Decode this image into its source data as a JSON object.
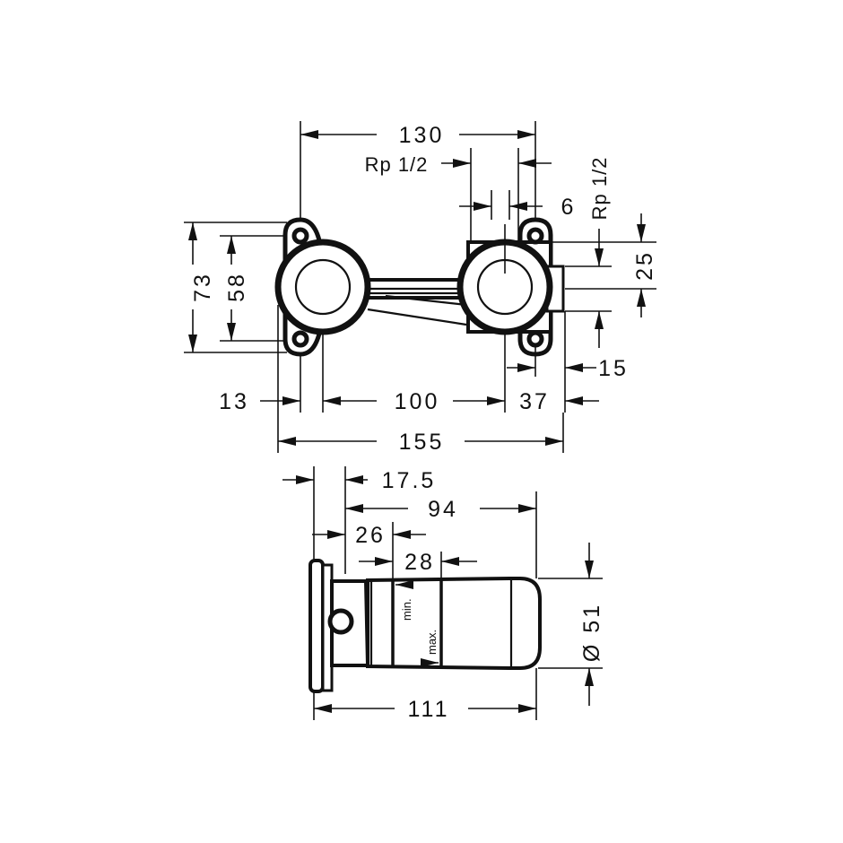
{
  "drawing": {
    "top_view": {
      "dim_width_total": "130",
      "dim_inlet_left": "Rp 1/2",
      "dim_gap": "6",
      "dim_inlet_right": "Rp 1/2",
      "dim_height_outer": "73",
      "dim_height_inner": "58",
      "dim_offset_vertical": "25",
      "dim_offset_15": "15",
      "dim_left_13": "13",
      "dim_center_100": "100",
      "dim_right_37": "37",
      "dim_overall_155": "155"
    },
    "side_view": {
      "dim_17_5": "17.5",
      "dim_94": "94",
      "dim_26": "26",
      "dim_28": "28",
      "dim_diameter": "Ø 51",
      "dim_111": "111",
      "label_min": "min.",
      "label_max": "max."
    }
  }
}
